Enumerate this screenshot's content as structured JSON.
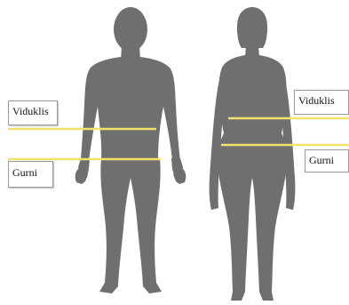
{
  "labels": {
    "male_waist": "Viduklis",
    "male_hip": "Gurni",
    "female_waist": "Viduklis",
    "female_hip": "Gurni"
  },
  "colors": {
    "silhouette": "#6f6f6f",
    "measure_line": "#f3e26a",
    "label_border": "#9a9a9a",
    "background": "#ffffff"
  }
}
